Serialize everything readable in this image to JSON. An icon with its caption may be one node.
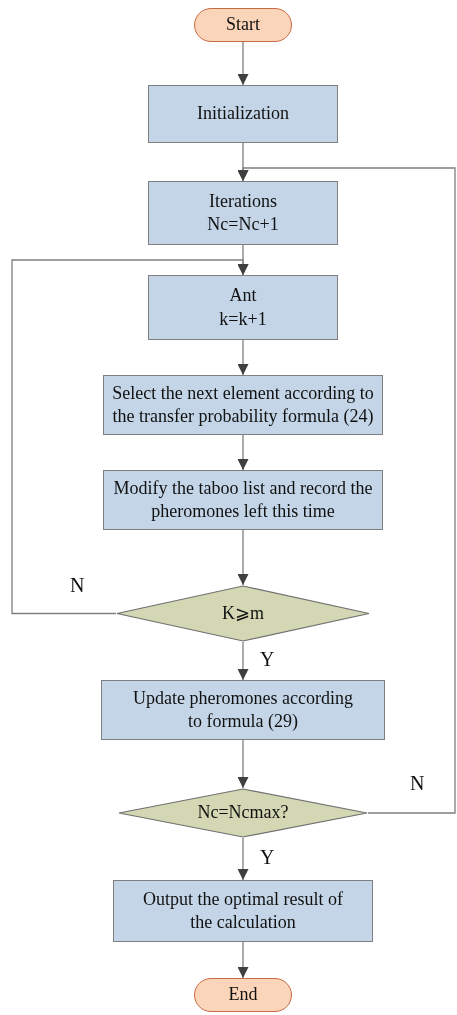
{
  "diagram": {
    "nodes": [
      {
        "text": [
          "Start"
        ]
      },
      {
        "text": [
          "Initialization"
        ]
      },
      {
        "text": [
          "Iterations Nc=Nc+1"
        ]
      },
      {
        "text": [
          "Ant k=k+1"
        ]
      },
      {
        "text": [
          "Select the next element according to the transfer probability formula (24)"
        ]
      },
      {
        "text": [
          "Modify the taboo list and record the pheromones left this time"
        ]
      },
      {
        "text": [
          "K⩾m"
        ]
      },
      {
        "text": [
          "Update pheromones according to formula (29)"
        ]
      },
      {
        "text": [
          "Nc=Ncmax?"
        ]
      },
      {
        "text": [
          "Output the optimal result of the calculation"
        ]
      },
      {
        "text": [
          "End"
        ]
      }
    ],
    "edges": [
      {
        "from": 0,
        "to": 1,
        "arrow": "to"
      },
      {
        "from": 1,
        "to": 2,
        "arrow": "to"
      },
      {
        "from": 2,
        "to": 3,
        "arrow": "to"
      },
      {
        "from": 3,
        "to": 4,
        "arrow": "to"
      },
      {
        "from": 4,
        "to": 5,
        "arrow": "to"
      },
      {
        "from": 5,
        "to": 6,
        "arrow": "to"
      },
      {
        "from": 6,
        "to": 3,
        "arrow": "to",
        "label": "N"
      },
      {
        "from": 6,
        "to": 7,
        "arrow": "to",
        "label": "Y"
      },
      {
        "from": 7,
        "to": 8,
        "arrow": "to"
      },
      {
        "from": 8,
        "to": 2,
        "arrow": "to",
        "label": "N"
      },
      {
        "from": 8,
        "to": 9,
        "arrow": "to",
        "label": "Y"
      },
      {
        "from": 9,
        "to": 10,
        "arrow": "to"
      }
    ]
  }
}
